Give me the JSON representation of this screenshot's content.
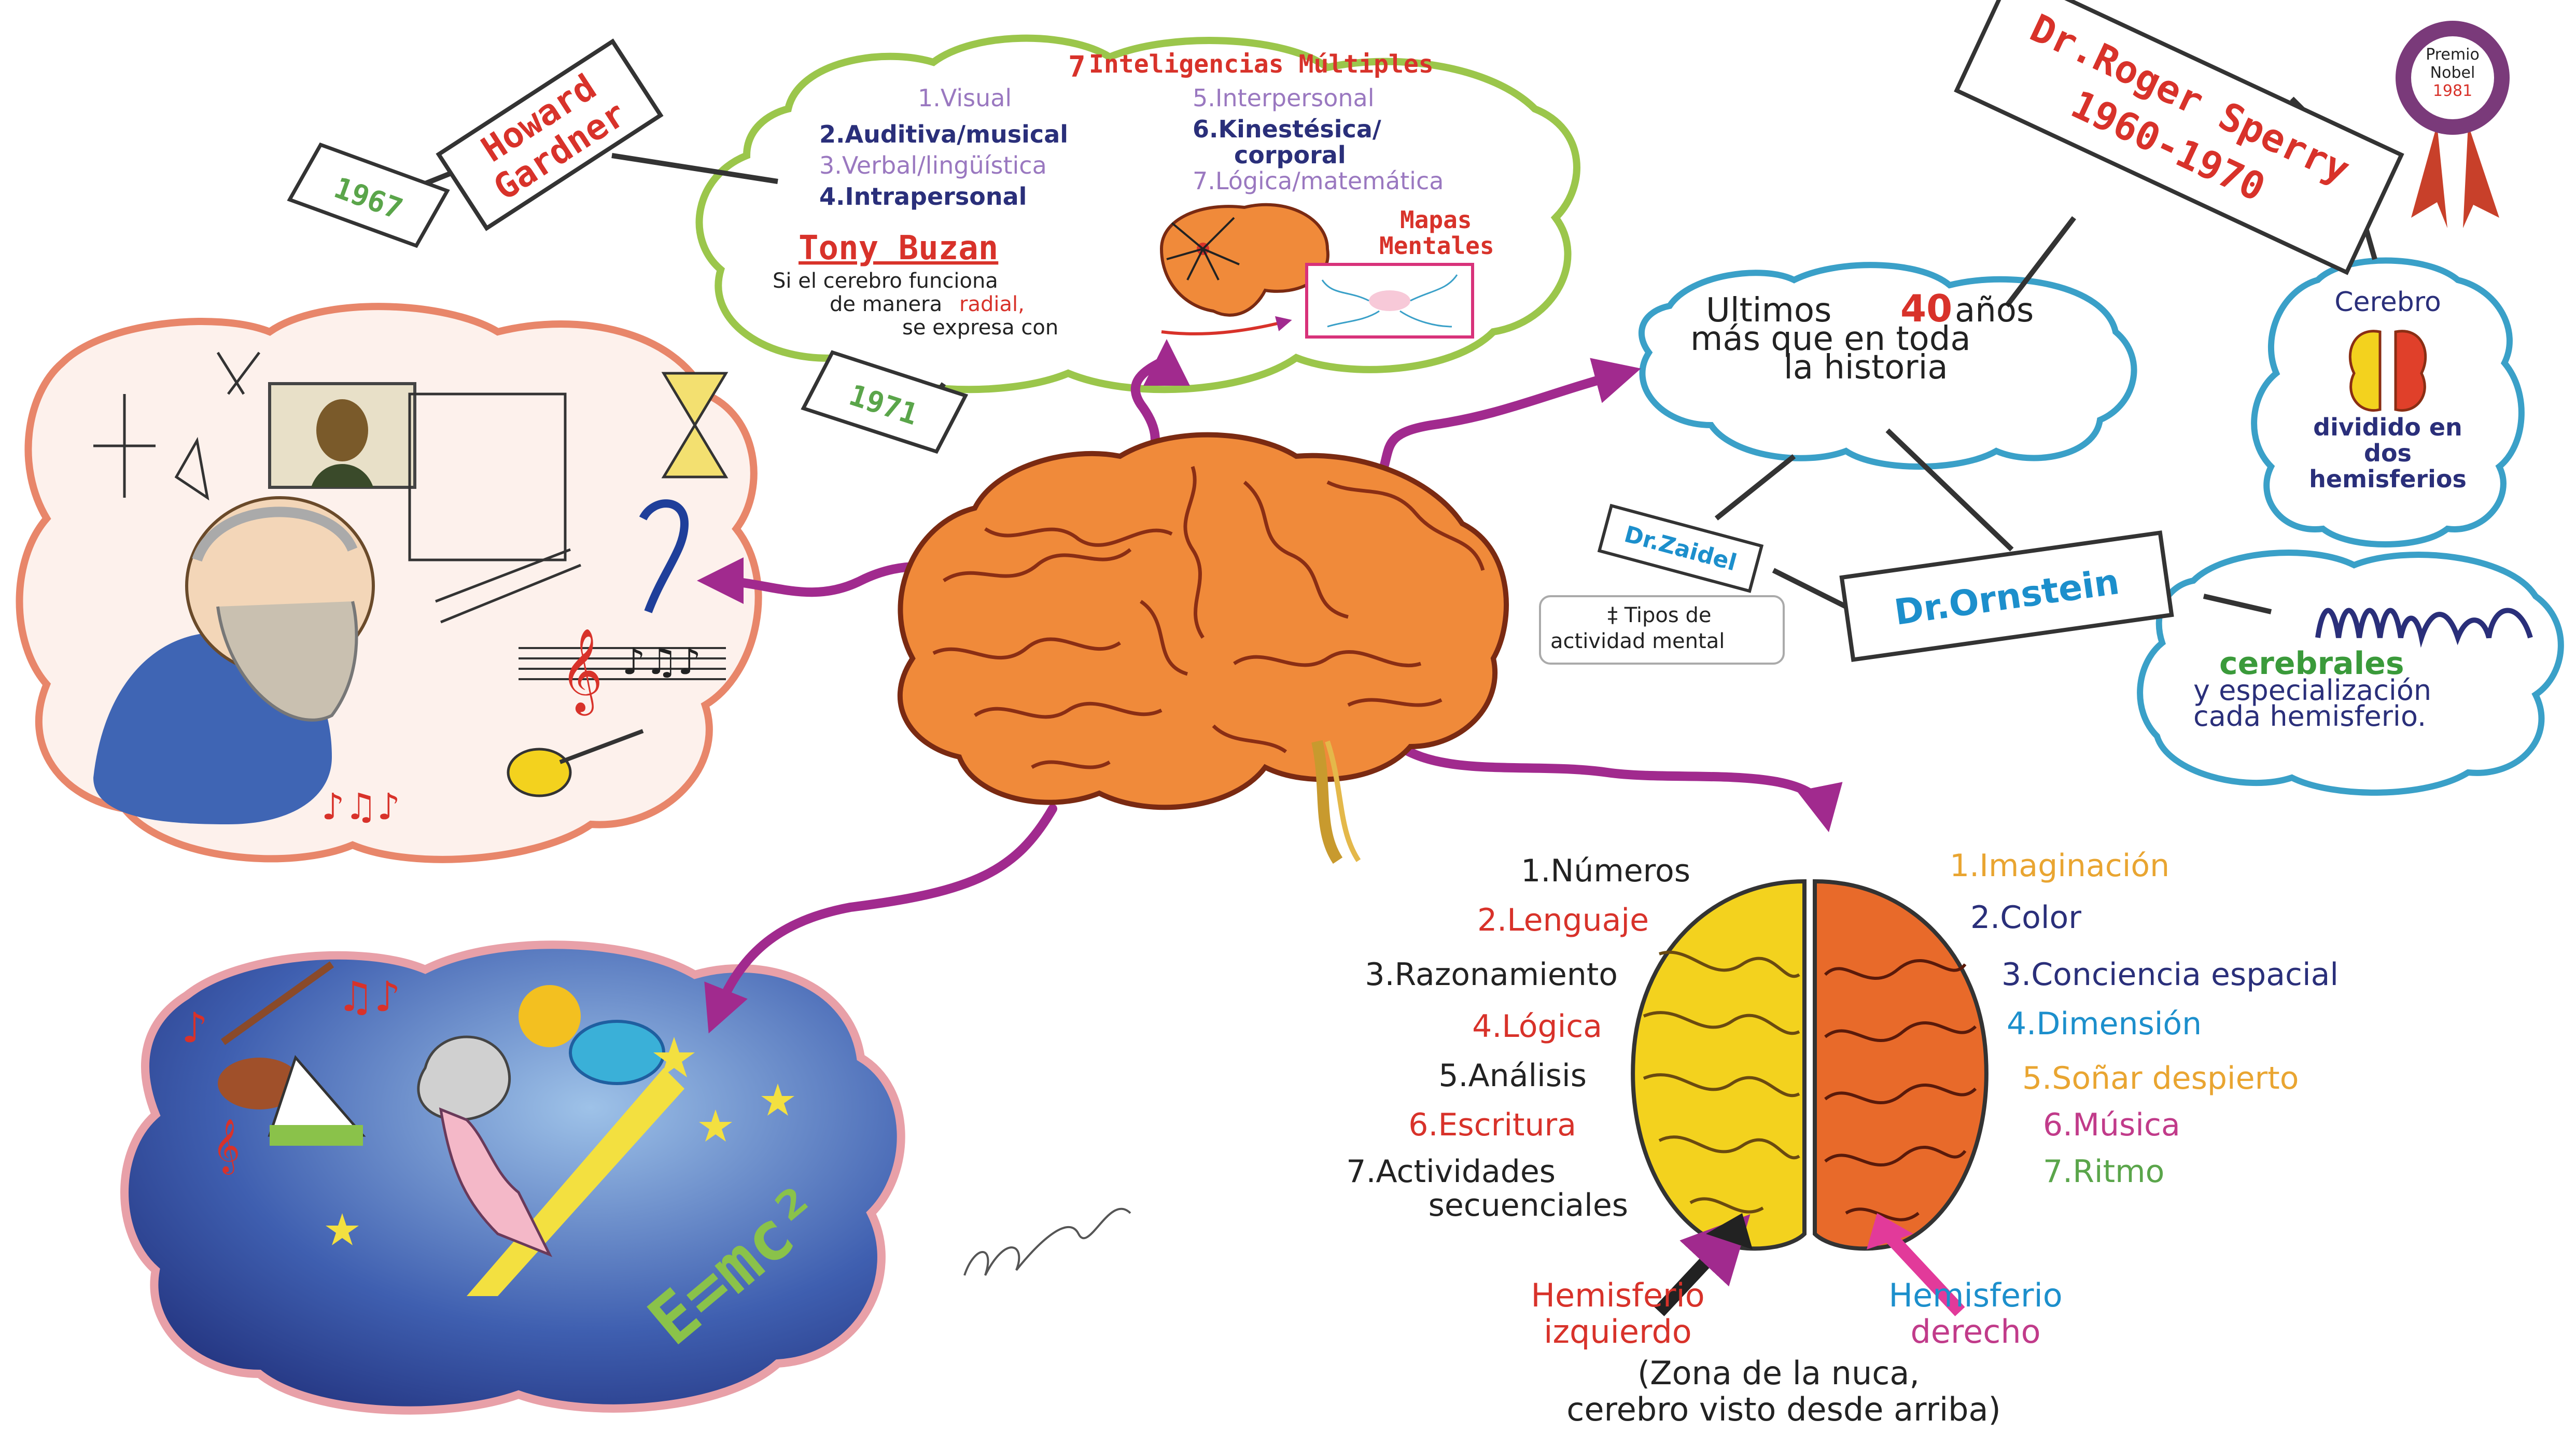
{
  "colors": {
    "arrow": "#a12a8e",
    "cloud_green": "#9bc64b",
    "cloud_blue": "#3aa0c8",
    "cloud_orange": "#e8866a",
    "brain_orange": "#f08a3a",
    "brain_yellow": "#f3d21e",
    "red": "#d8322a",
    "navy": "#2a2f7a",
    "purple": "#9a78c0",
    "pink_text": "#c13b8a",
    "orange_text": "#e9a531",
    "teal_text": "#1c8fcc",
    "green_text": "#5aa54a",
    "dark": "#222222"
  },
  "gardner": {
    "name_line1": "Howard",
    "name_line2": "Gardner",
    "year": "1967",
    "cloud_title_num": "7",
    "cloud_title": "Inteligencias Múltiples",
    "intelligences_left": [
      "1.Visual",
      "2.Auditiva/musical",
      "3.Verbal/lingüística",
      "4.Intrapersonal"
    ],
    "intelligences_right": [
      "5.Interpersonal",
      "6.Kinestésica/",
      "corporal",
      "7.Lógica/matemática"
    ]
  },
  "buzan": {
    "name": "Tony Buzan",
    "text_line1": "Si el cerebro funciona",
    "text_line2_a": "de manera ",
    "text_line2_b": "radial,",
    "text_line3": "se expresa con",
    "mind_maps_line1": "Mapas",
    "mind_maps_line2": "Mentales",
    "year": "1971"
  },
  "sperry": {
    "name": "Dr.Roger Sperry",
    "years": "1960-1970",
    "prize_line1": "Premio",
    "prize_line2": "Nobel",
    "prize_year": "1981"
  },
  "hemispheres_cloud": {
    "top": "Cerebro",
    "line1": "dividido en",
    "line2": "dos",
    "line3": "hemisferios"
  },
  "forty_years": {
    "line1_a": "Ultimos ",
    "line1_num": "40",
    "line1_b": " años",
    "line2": "más que en toda",
    "line3": "la historia"
  },
  "zaidel": {
    "name": "Dr.Zaidel",
    "note_line1": "‡ Tipos de",
    "note_line2": "actividad mental"
  },
  "ornstein": {
    "name": "Dr.Ornstein",
    "waves_line1": "cerebrales",
    "waves_line2": "y especialización",
    "waves_line3": "cada hemisferio."
  },
  "left_list": [
    "1.Números",
    "2.Lenguaje",
    "3.Razonamiento",
    "4.Lógica",
    "5.Análisis",
    "6.Escritura",
    "7.Actividades",
    "secuenciales"
  ],
  "right_list": [
    "1.Imaginación",
    "2.Color",
    "3.Conciencia espacial",
    "4.Dimensión",
    "5.Soñar despierto",
    "6.Música",
    "7.Ritmo"
  ],
  "labels": {
    "left_hemi_1": "Hemisferio",
    "left_hemi_2": "izquierdo",
    "right_hemi_1": "Hemisferio",
    "right_hemi_2": "derecho",
    "caption_1": "(Zona de la nuca,",
    "caption_2": "cerebro visto desde arriba)",
    "einstein_formula": "E=mc²"
  },
  "icons": [
    "brain-illustration",
    "top-view-brain",
    "nobel-ribbon-icon",
    "split-brain-icon",
    "brainwave-icon",
    "mind-map-thumbnail",
    "da-vinci-cloud-illustration",
    "einstein-cloud-illustration",
    "signature"
  ]
}
